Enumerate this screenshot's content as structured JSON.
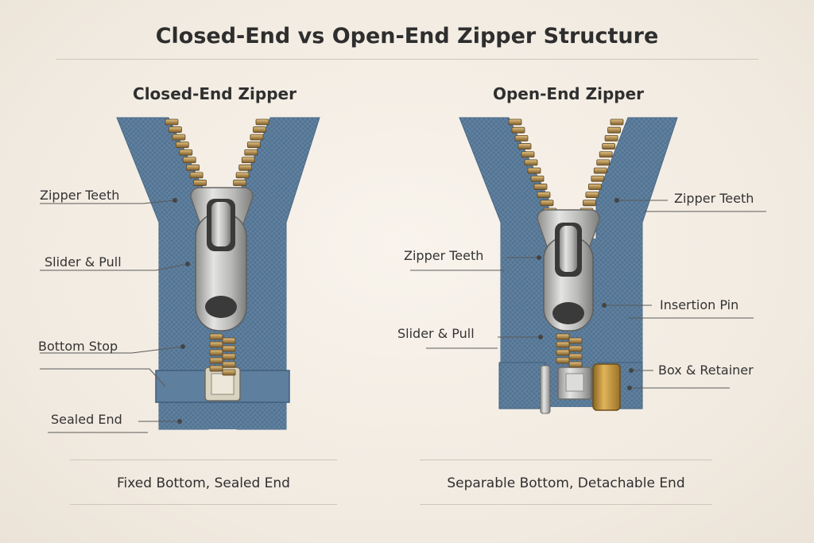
{
  "title": "Closed-End vs Open-End Zipper Structure",
  "closed": {
    "heading": "Closed-End Zipper",
    "caption": "Fixed Bottom, Sealed End",
    "labels": {
      "teeth": "Zipper Teeth",
      "slider": "Slider & Pull",
      "stop": "Bottom Stop",
      "sealed": "Sealed End"
    }
  },
  "open": {
    "heading": "Open-End Zipper",
    "caption": "Separable Bottom, Detachable End",
    "labels": {
      "teeth_right": "Zipper Teeth",
      "teeth_left": "Zipper Teeth",
      "pin": "Insertion Pin",
      "slider": "Slider & Pull",
      "box": "Box & Retainer"
    }
  },
  "colors": {
    "tape": "#5b7d9c",
    "tape_dark": "#3f5f7c",
    "teeth": "#b9955a",
    "metal": "#c8c8c6",
    "box_brass": "#c99a3e",
    "leader": "#555555"
  }
}
